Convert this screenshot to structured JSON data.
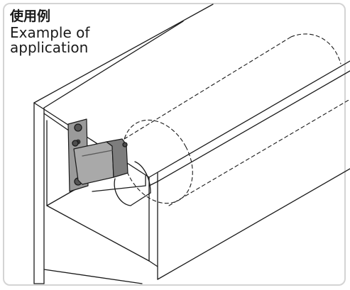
{
  "caption": {
    "title_jp": "使用例",
    "title_en_line1": "Example of",
    "title_en_line2": "application"
  },
  "colors": {
    "frame_border": "#d4d4d4",
    "line": "#1a1a1a",
    "bracket_fill": "#a9a9a9",
    "bracket_dark": "#7d7d7d"
  },
  "illustration": {
    "subject": "side-mount pipe bracket inside cabinet",
    "dashed_object": "cylinder"
  }
}
